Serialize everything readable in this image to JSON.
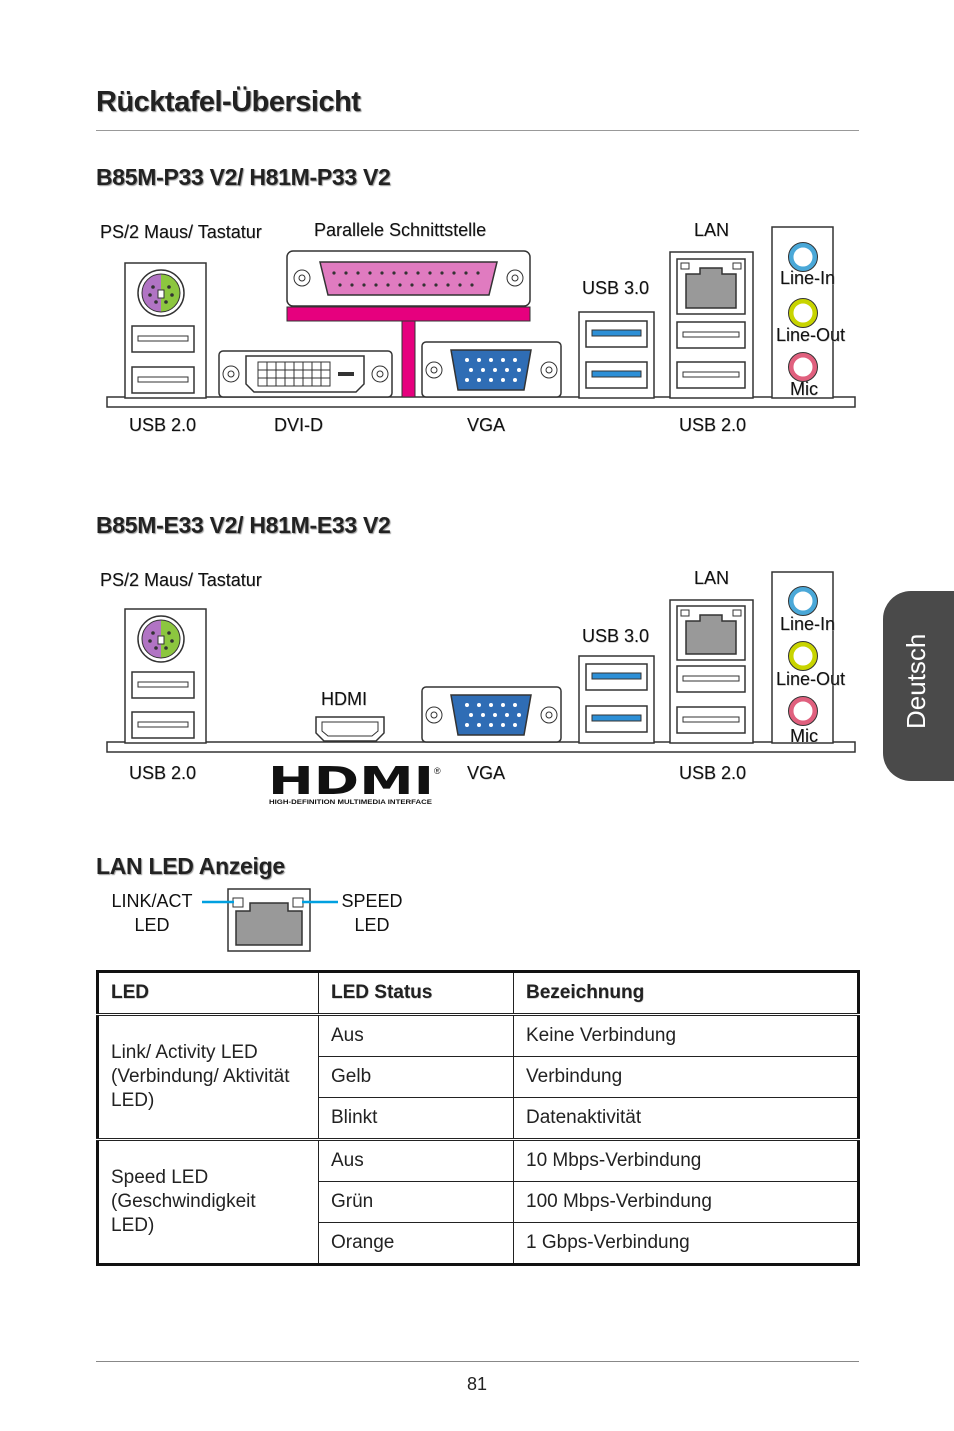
{
  "page": {
    "title": "Rücktafel-Übersicht",
    "side_tab": "Deutsch",
    "page_number": "81"
  },
  "panel1": {
    "heading": "B85M-P33 V2/ H81M-P33 V2",
    "labels": {
      "ps2": "PS/2 Maus/ Tastatur",
      "parallel": "Parallele Schnittstelle",
      "lan": "LAN",
      "usb30": "USB 3.0",
      "line_in": "Line-In",
      "line_out": "Line-Out",
      "mic": "Mic",
      "usb20_left": "USB 2.0",
      "dvid": "DVI-D",
      "vga": "VGA",
      "usb20_right": "USB 2.0"
    }
  },
  "panel2": {
    "heading": "B85M-E33 V2/ H81M-E33 V2",
    "labels": {
      "ps2": "PS/2 Maus/ Tastatur",
      "lan": "LAN",
      "usb30": "USB 3.0",
      "hdmi": "HDMI",
      "line_in": "Line-In",
      "line_out": "Line-Out",
      "mic": "Mic",
      "usb20_left": "USB 2.0",
      "vga": "VGA",
      "usb20_right": "USB 2.0"
    },
    "hdmi_logo": {
      "wordmark": "HDMI",
      "tagline": "HIGH-DEFINITION MULTIMEDIA INTERFACE",
      "registered": "®"
    }
  },
  "lan_led": {
    "heading": "LAN LED Anzeige",
    "left_label_1": "LINK/ACT",
    "left_label_2": "LED",
    "right_label_1": "SPEED",
    "right_label_2": "LED"
  },
  "table": {
    "headers": [
      "LED",
      "LED Status",
      "Bezeichnung"
    ],
    "groups": [
      {
        "name_lines": [
          "Link/ Activity LED",
          "(Verbindung/ Aktivität",
          "LED)"
        ],
        "rows": [
          [
            "Aus",
            "Keine Verbindung"
          ],
          [
            "Gelb",
            "Verbindung"
          ],
          [
            "Blinkt",
            "Datenaktivität"
          ]
        ]
      },
      {
        "name_lines": [
          "Speed LED",
          "(Geschwindigkeit",
          "LED)"
        ],
        "rows": [
          [
            "Aus",
            "10 Mbps-Verbindung"
          ],
          [
            "Grün",
            "100 Mbps-Verbindung"
          ],
          [
            "Orange",
            "1 Gbps-Verbindung"
          ]
        ]
      }
    ]
  },
  "colors": {
    "parallel_bar": "#e6007e",
    "usb3_blue": "#2d8fd6",
    "vga_blue": "#2f6db5",
    "ps2_purple": "#b174c4",
    "ps2_green": "#8cc63f",
    "line_in": "#4aa8d8",
    "line_out": "#c8d400",
    "mic": "#e0607e",
    "led_line": "#00a0e0",
    "side_tab": "#4a4a4a"
  }
}
